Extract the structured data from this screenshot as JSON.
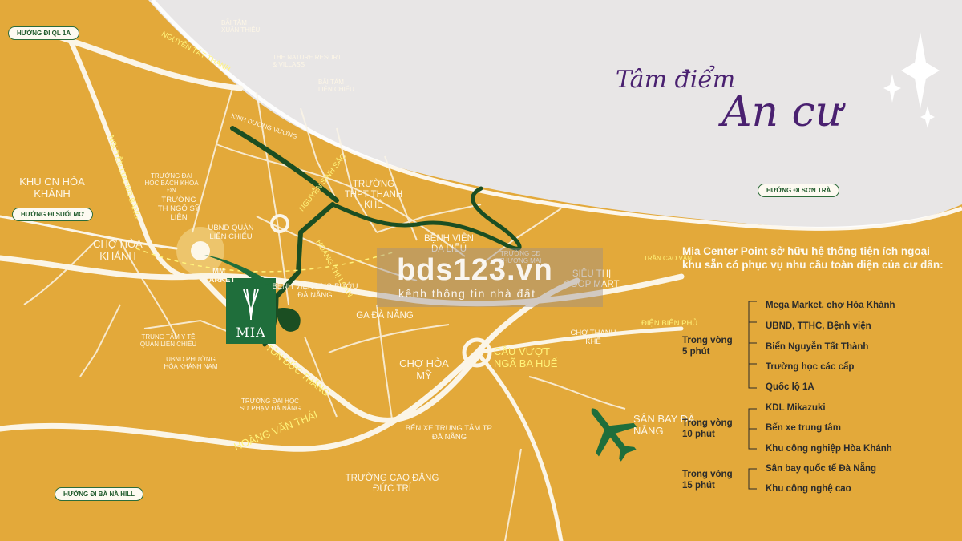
{
  "heading": {
    "line1": "Tâm điểm",
    "line2": "An cư"
  },
  "watermark": {
    "title": "bds123.vn",
    "subtitle": "kênh thông tin nhà đất"
  },
  "intro": "Mia Center Point sở hữu hệ thống tiện ích ngoại khu sẵn có phục vụ nhu cầu toàn diện của cư dân:",
  "groups": [
    {
      "label": "Trong vòng 5 phút",
      "items": [
        "Mega Market, chợ Hòa Khánh",
        "UBND, TTHC, Bệnh viện",
        "Biển Nguyễn Tất Thành",
        "Trường học các cấp",
        "Quốc lộ 1A"
      ]
    },
    {
      "label": "Trong vòng 10 phút",
      "items": [
        "KDL Mikazuki",
        "Bến xe trung tâm",
        "Khu công nghiệp Hòa Khánh"
      ]
    },
    {
      "label": "Trong vòng 15 phút",
      "items": [
        "Sân bay quốc tế Đà Nẵng",
        "Khu công nghệ cao"
      ]
    }
  ],
  "directions": {
    "ql1a": "HƯỚNG ĐI QL 1A",
    "suoi_mo": "HƯỚNG ĐI SUỐI MƠ",
    "son_tra": "HƯỚNG ĐI SƠN TRÀ",
    "ba_na": "HƯỚNG ĐI BÀ NÀ HILL"
  },
  "places": {
    "bai_tam_xuan_thieu": "BÃI TẮM XUÂN THIỀU",
    "nature_resort": "THE NATURE RESORT & VILLASS",
    "bai_tam_lien_chieu": "BÃI TẮM LIÊN CHIỂU",
    "kcn_hoa_khanh": "KHU CN HÒA KHÁNH",
    "dh_bach_khoa": "TRƯỜNG ĐẠI HỌC BÁCH KHOA ĐN",
    "th_ngo_sy_lien": "TRƯỜNG TH NGÔ SỸ LIÊN",
    "ubnd_lien_chieu": "UBND QUẬN LIÊN CHIỂU",
    "cho_hoa_khanh": "CHỢ HÒA KHÁNH",
    "mm_market": "MM MARKET",
    "thpt_thanh_khe": "TRƯỜNG THPT THANH KHÊ",
    "bv_da_lieu": "BỆNH VIỆN DA LIỄU",
    "cd_thuong_mai": "TRƯỜNG CĐ THƯƠNG MẠI",
    "sieu_thi_coop": "SIÊU THỊ COOP MART",
    "bv_ung_buou": "BỆNH VIỆN UNG BƯỚU ĐÀ NẴNG",
    "ga_da_nang": "GA ĐÀ NẴNG",
    "cho_thanh_khe": "CHỢ THANH KHÊ",
    "ttyt_lien_chieu": "TRUNG TÂM Y TẾ QUẬN LIÊN CHIỂU",
    "ubnd_hoa_khanh_nam": "UBND PHƯỜNG HÒA KHÁNH NAM",
    "cho_hoa_my": "CHỢ HÒA MỸ",
    "cau_vuot": "CẦU VƯỢT NGÃ BA HUẾ",
    "dh_su_pham": "TRƯỜNG ĐẠI HỌC SƯ PHẠM ĐÀ NẴNG",
    "ben_xe": "BẾN XE TRUNG TÂM TP. ĐÀ NẴNG",
    "cd_duc_tri": "TRƯỜNG CAO ĐẲNG ĐỨC TRÍ",
    "san_bay": "SÂN BAY ĐÀ NẴNG"
  },
  "roads": {
    "nguyen_tat_thanh": "NGUYỄN TẤT THÀNH",
    "nguyen_luong_bang": "NGUYỄN LƯƠNG BẰNG",
    "kinh_duong_vuong": "KINH DƯƠNG VƯƠNG",
    "nguyen_sinh_sac": "NGUYỄN SINH SẮC",
    "hoang_thi_loan": "HOÀNG THỊ LOAN",
    "ton_duc_thang": "TÔN ĐỨC THẮNG",
    "hoang_van_thai": "HOÀNG VĂN THÁI",
    "tran_cao_van": "TRẦN CAO VÂN",
    "dien_bien_phu": "ĐIỆN BIÊN PHỦ"
  },
  "logo": "MIA",
  "colors": {
    "background": "#e3a93a",
    "sea": "#e8e6e6",
    "accent_green": "#1f6e3b",
    "heading_purple": "#4a2170"
  }
}
